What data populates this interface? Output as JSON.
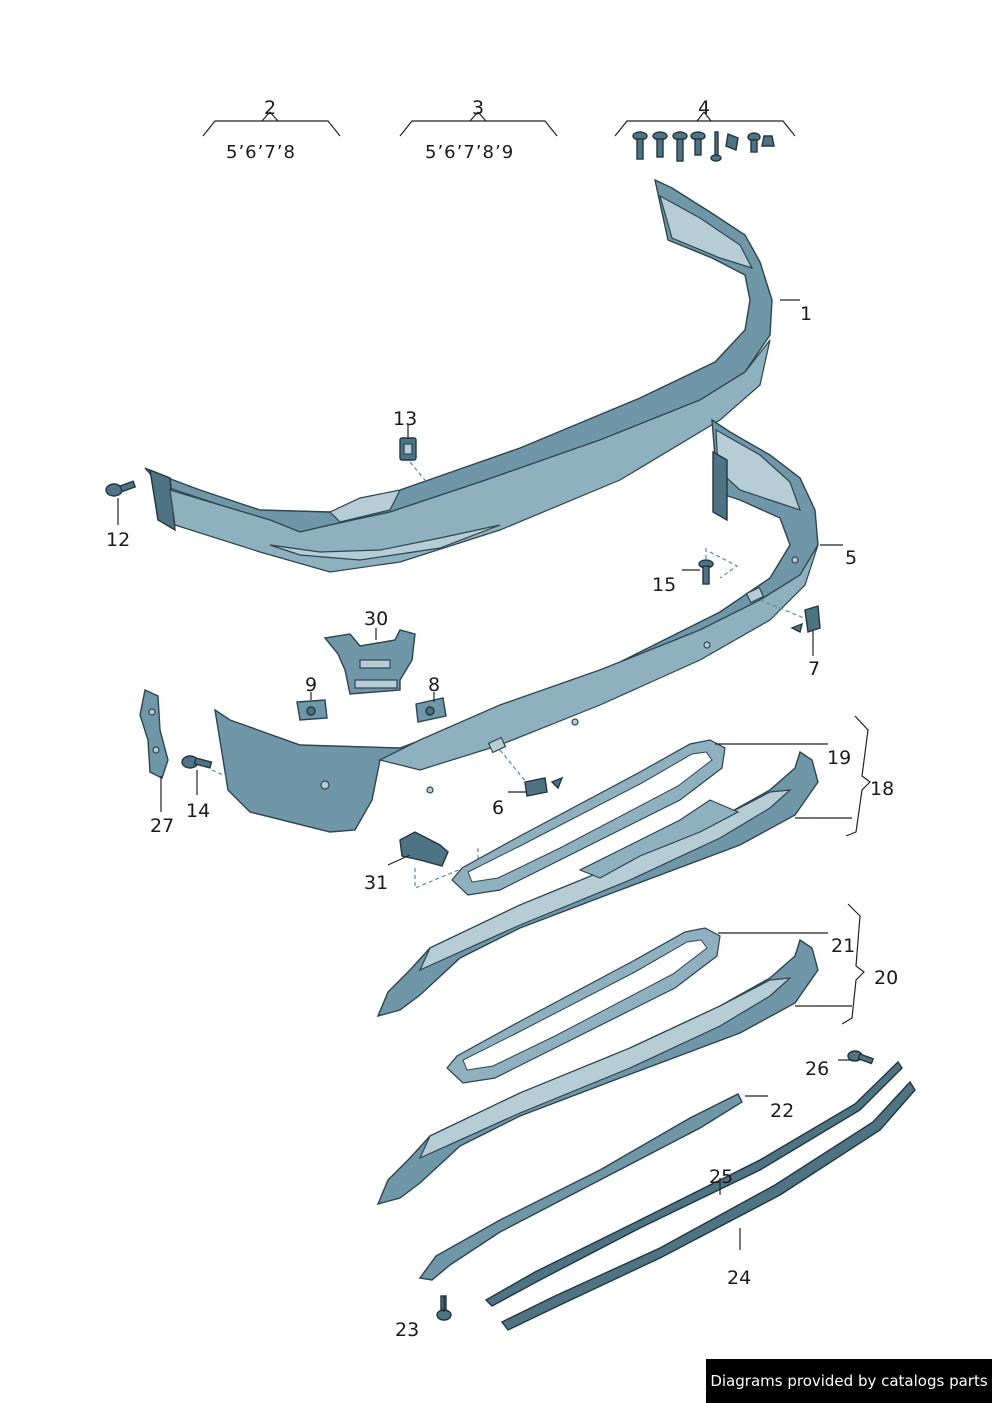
{
  "callouts": {
    "c1": "1",
    "c2": "2",
    "c3": "3",
    "c4": "4",
    "c5": "5",
    "c6": "6",
    "c7": "7",
    "c8": "8",
    "c9": "9",
    "c12": "12",
    "c13": "13",
    "c14": "14",
    "c15": "15",
    "c18": "18",
    "c19": "19",
    "c20": "20",
    "c21": "21",
    "c22": "22",
    "c23": "23",
    "c24": "24",
    "c25": "25",
    "c26": "26",
    "c27": "27",
    "c30": "30",
    "c31": "31"
  },
  "subsets": {
    "s2": "5’6’7’8",
    "s3": "5’6’7’8’9"
  },
  "footer": "Diagrams provided by catalogs parts"
}
